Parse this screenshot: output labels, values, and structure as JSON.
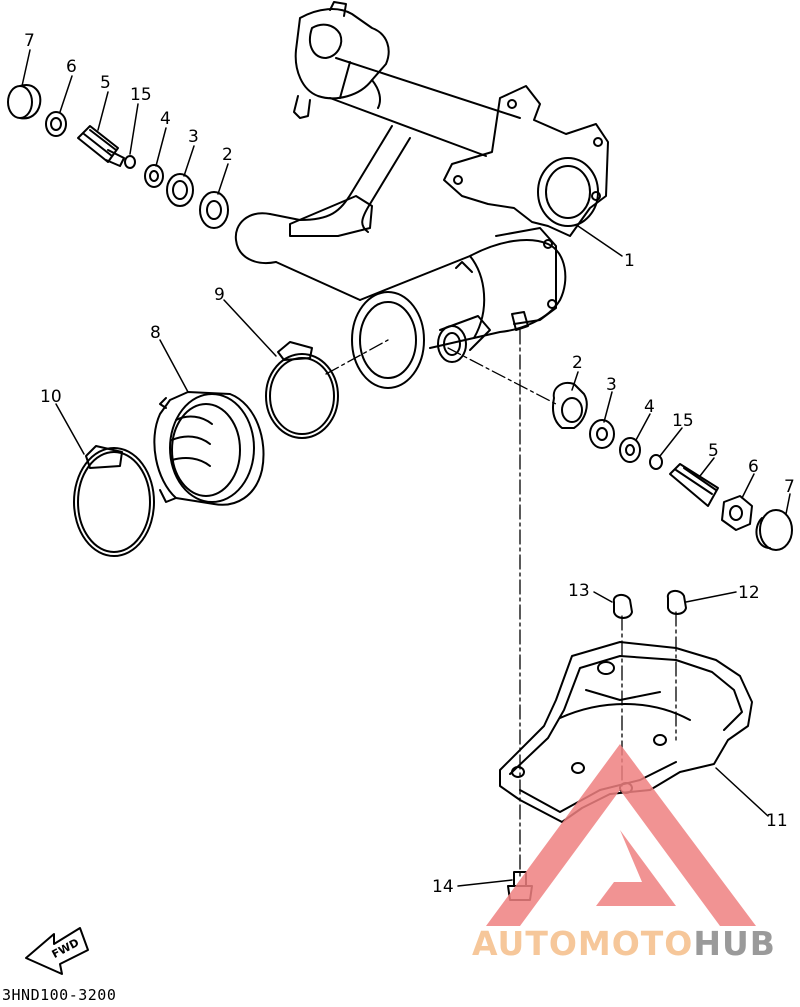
{
  "diagram": {
    "code": "3HND100-3200",
    "fwd_label": "FWD",
    "callouts": [
      {
        "id": "c7a",
        "label": "7"
      },
      {
        "id": "c6a",
        "label": "6"
      },
      {
        "id": "c5a",
        "label": "5"
      },
      {
        "id": "c15a",
        "label": "15"
      },
      {
        "id": "c4a",
        "label": "4"
      },
      {
        "id": "c3a",
        "label": "3"
      },
      {
        "id": "c2a",
        "label": "2"
      },
      {
        "id": "c1",
        "label": "1"
      },
      {
        "id": "c9",
        "label": "9"
      },
      {
        "id": "c8",
        "label": "8"
      },
      {
        "id": "c10",
        "label": "10"
      },
      {
        "id": "c2b",
        "label": "2"
      },
      {
        "id": "c3b",
        "label": "3"
      },
      {
        "id": "c4b",
        "label": "4"
      },
      {
        "id": "c15b",
        "label": "15"
      },
      {
        "id": "c5b",
        "label": "5"
      },
      {
        "id": "c6b",
        "label": "6"
      },
      {
        "id": "c7b",
        "label": "7"
      },
      {
        "id": "c13",
        "label": "13"
      },
      {
        "id": "c12",
        "label": "12"
      },
      {
        "id": "c11",
        "label": "11"
      },
      {
        "id": "c14",
        "label": "14"
      }
    ]
  },
  "watermark": {
    "part1": "AUTOMOTO",
    "part2": "HUB",
    "color_primary": "#f6c79a",
    "color_secondary": "#9a9a9a",
    "logo_color": "#ee8080"
  }
}
